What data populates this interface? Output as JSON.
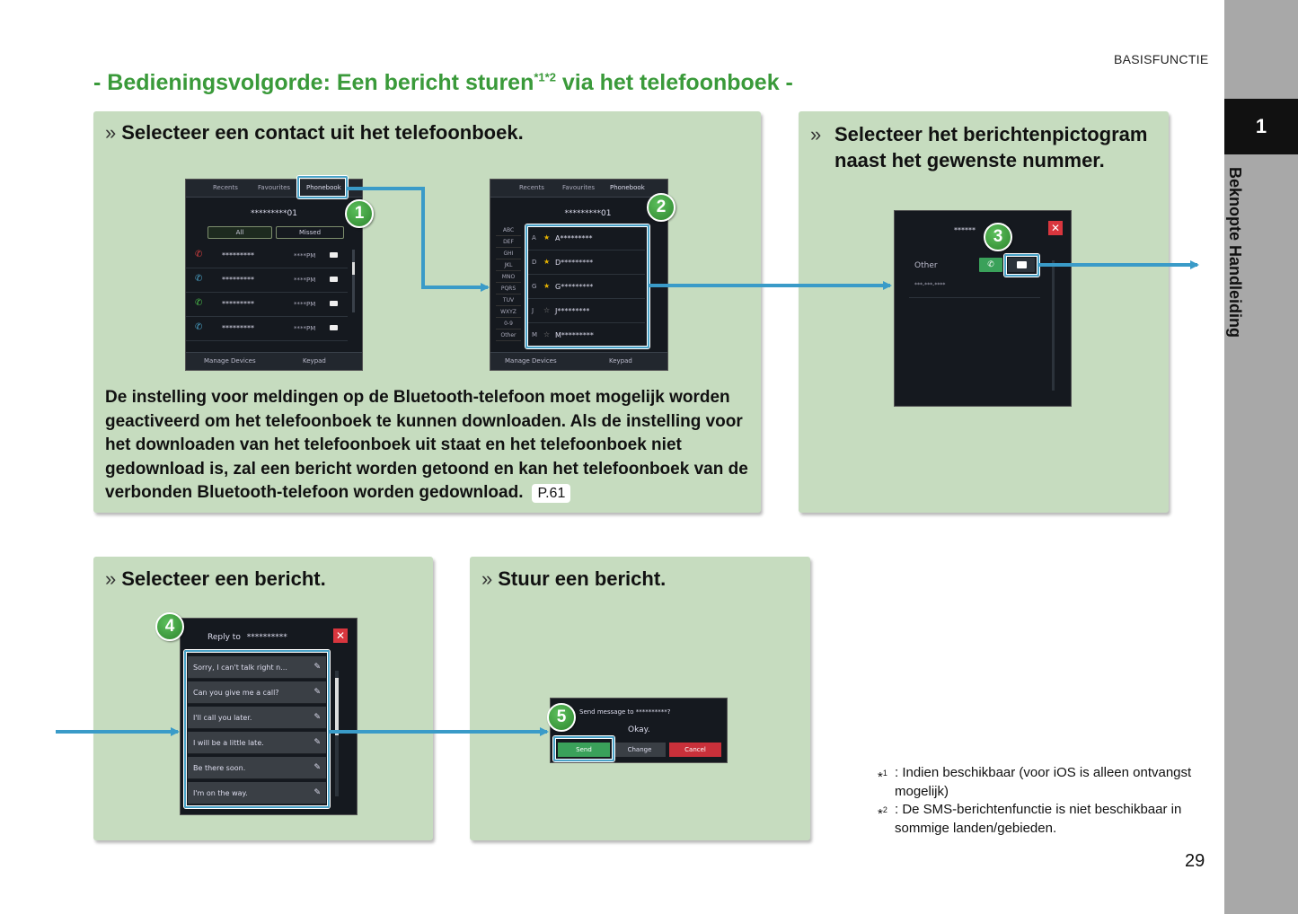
{
  "header": {
    "section": "BASISFUNCTIE",
    "title_part1": "- Bedieningsvolgorde: Een bericht sturen",
    "title_sup": "*1*2",
    "title_part2": " via het telefoonboek -"
  },
  "sidebar": {
    "chapter": "1",
    "label": "Beknopte Handleiding"
  },
  "steps": {
    "s1": "Selecteer een contact uit het telefoonboek.",
    "s2": "Selecteer het berichtenpictogram naast het gewenste nummer.",
    "s3": "Selecteer een bericht.",
    "s4": "Stuur een bericht."
  },
  "note": {
    "text": "De instelling voor meldingen op de Bluetooth-telefoon moet mogelijk worden geactiveerd om het telefoonboek te kunnen downloaden. Als de instelling voor het downloaden van het telefoonboek uit staat en het telefoonboek niet gedownload is, zal een bericht worden getoond en kan het telefoonboek van de verbonden Bluetooth-telefoon worden gedownload.",
    "ref": "P.61"
  },
  "badges": [
    "1",
    "2",
    "3",
    "4",
    "5"
  ],
  "screen1": {
    "tabs": [
      "Recents",
      "Favourites",
      "Phonebook"
    ],
    "number": "*********01",
    "filters": [
      "All",
      "Missed"
    ],
    "rows": [
      {
        "name": "*********",
        "time": "****PM"
      },
      {
        "name": "*********",
        "time": "****PM"
      },
      {
        "name": "*********",
        "time": "****PM"
      },
      {
        "name": "*********",
        "time": "****PM"
      }
    ],
    "bottom_left": "Manage Devices",
    "bottom_right": "Keypad"
  },
  "screen2": {
    "tabs": [
      "Recents",
      "Favourites",
      "Phonebook"
    ],
    "number": "*********01",
    "alphabet": [
      "ABC",
      "DEF",
      "GHI",
      "JKL",
      "MNO",
      "PQRS",
      "TUV",
      "WXYZ",
      "0-9",
      "Other"
    ],
    "contacts": [
      {
        "letter": "A",
        "name": "A*********"
      },
      {
        "letter": "D",
        "name": "D*********"
      },
      {
        "letter": "G",
        "name": "G*********"
      },
      {
        "letter": "J",
        "name": "J*********"
      },
      {
        "letter": "M",
        "name": "M*********"
      }
    ],
    "bottom_left": "Manage Devices",
    "bottom_right": "Keypad"
  },
  "screen3": {
    "number": "******",
    "label": "Other",
    "phone": "***-***-****"
  },
  "screen4": {
    "title": "Reply to ",
    "title_masked": "**********",
    "replies": [
      "Sorry, I can't talk right n...",
      "Can you give me a call?",
      "I'll call you later.",
      "I will be a little late.",
      "Be there soon.",
      "I'm on the way."
    ]
  },
  "screen5": {
    "prompt": "Send message to **********?",
    "message": "Okay.",
    "buttons": {
      "send": "Send",
      "change": "Change",
      "cancel": "Cancel"
    }
  },
  "footnotes": {
    "f1_mark": "*",
    "f1_sup": "1",
    "f1_text": ": Indien beschikbaar (voor iOS is alleen ontvangst mogelijk)",
    "f2_mark": "*",
    "f2_sup": "2",
    "f2_text": ": De SMS-berichtenfunctie is niet beschikbaar in sommige landen/gebieden."
  },
  "page_number": "29",
  "colors": {
    "title_green": "#3a9a3a",
    "panel_green": "#c6dcbf",
    "arrow_blue": "#3a9bc8",
    "badge_green": "#3a9a3a",
    "sidebar_gray": "#a8a8a8"
  }
}
